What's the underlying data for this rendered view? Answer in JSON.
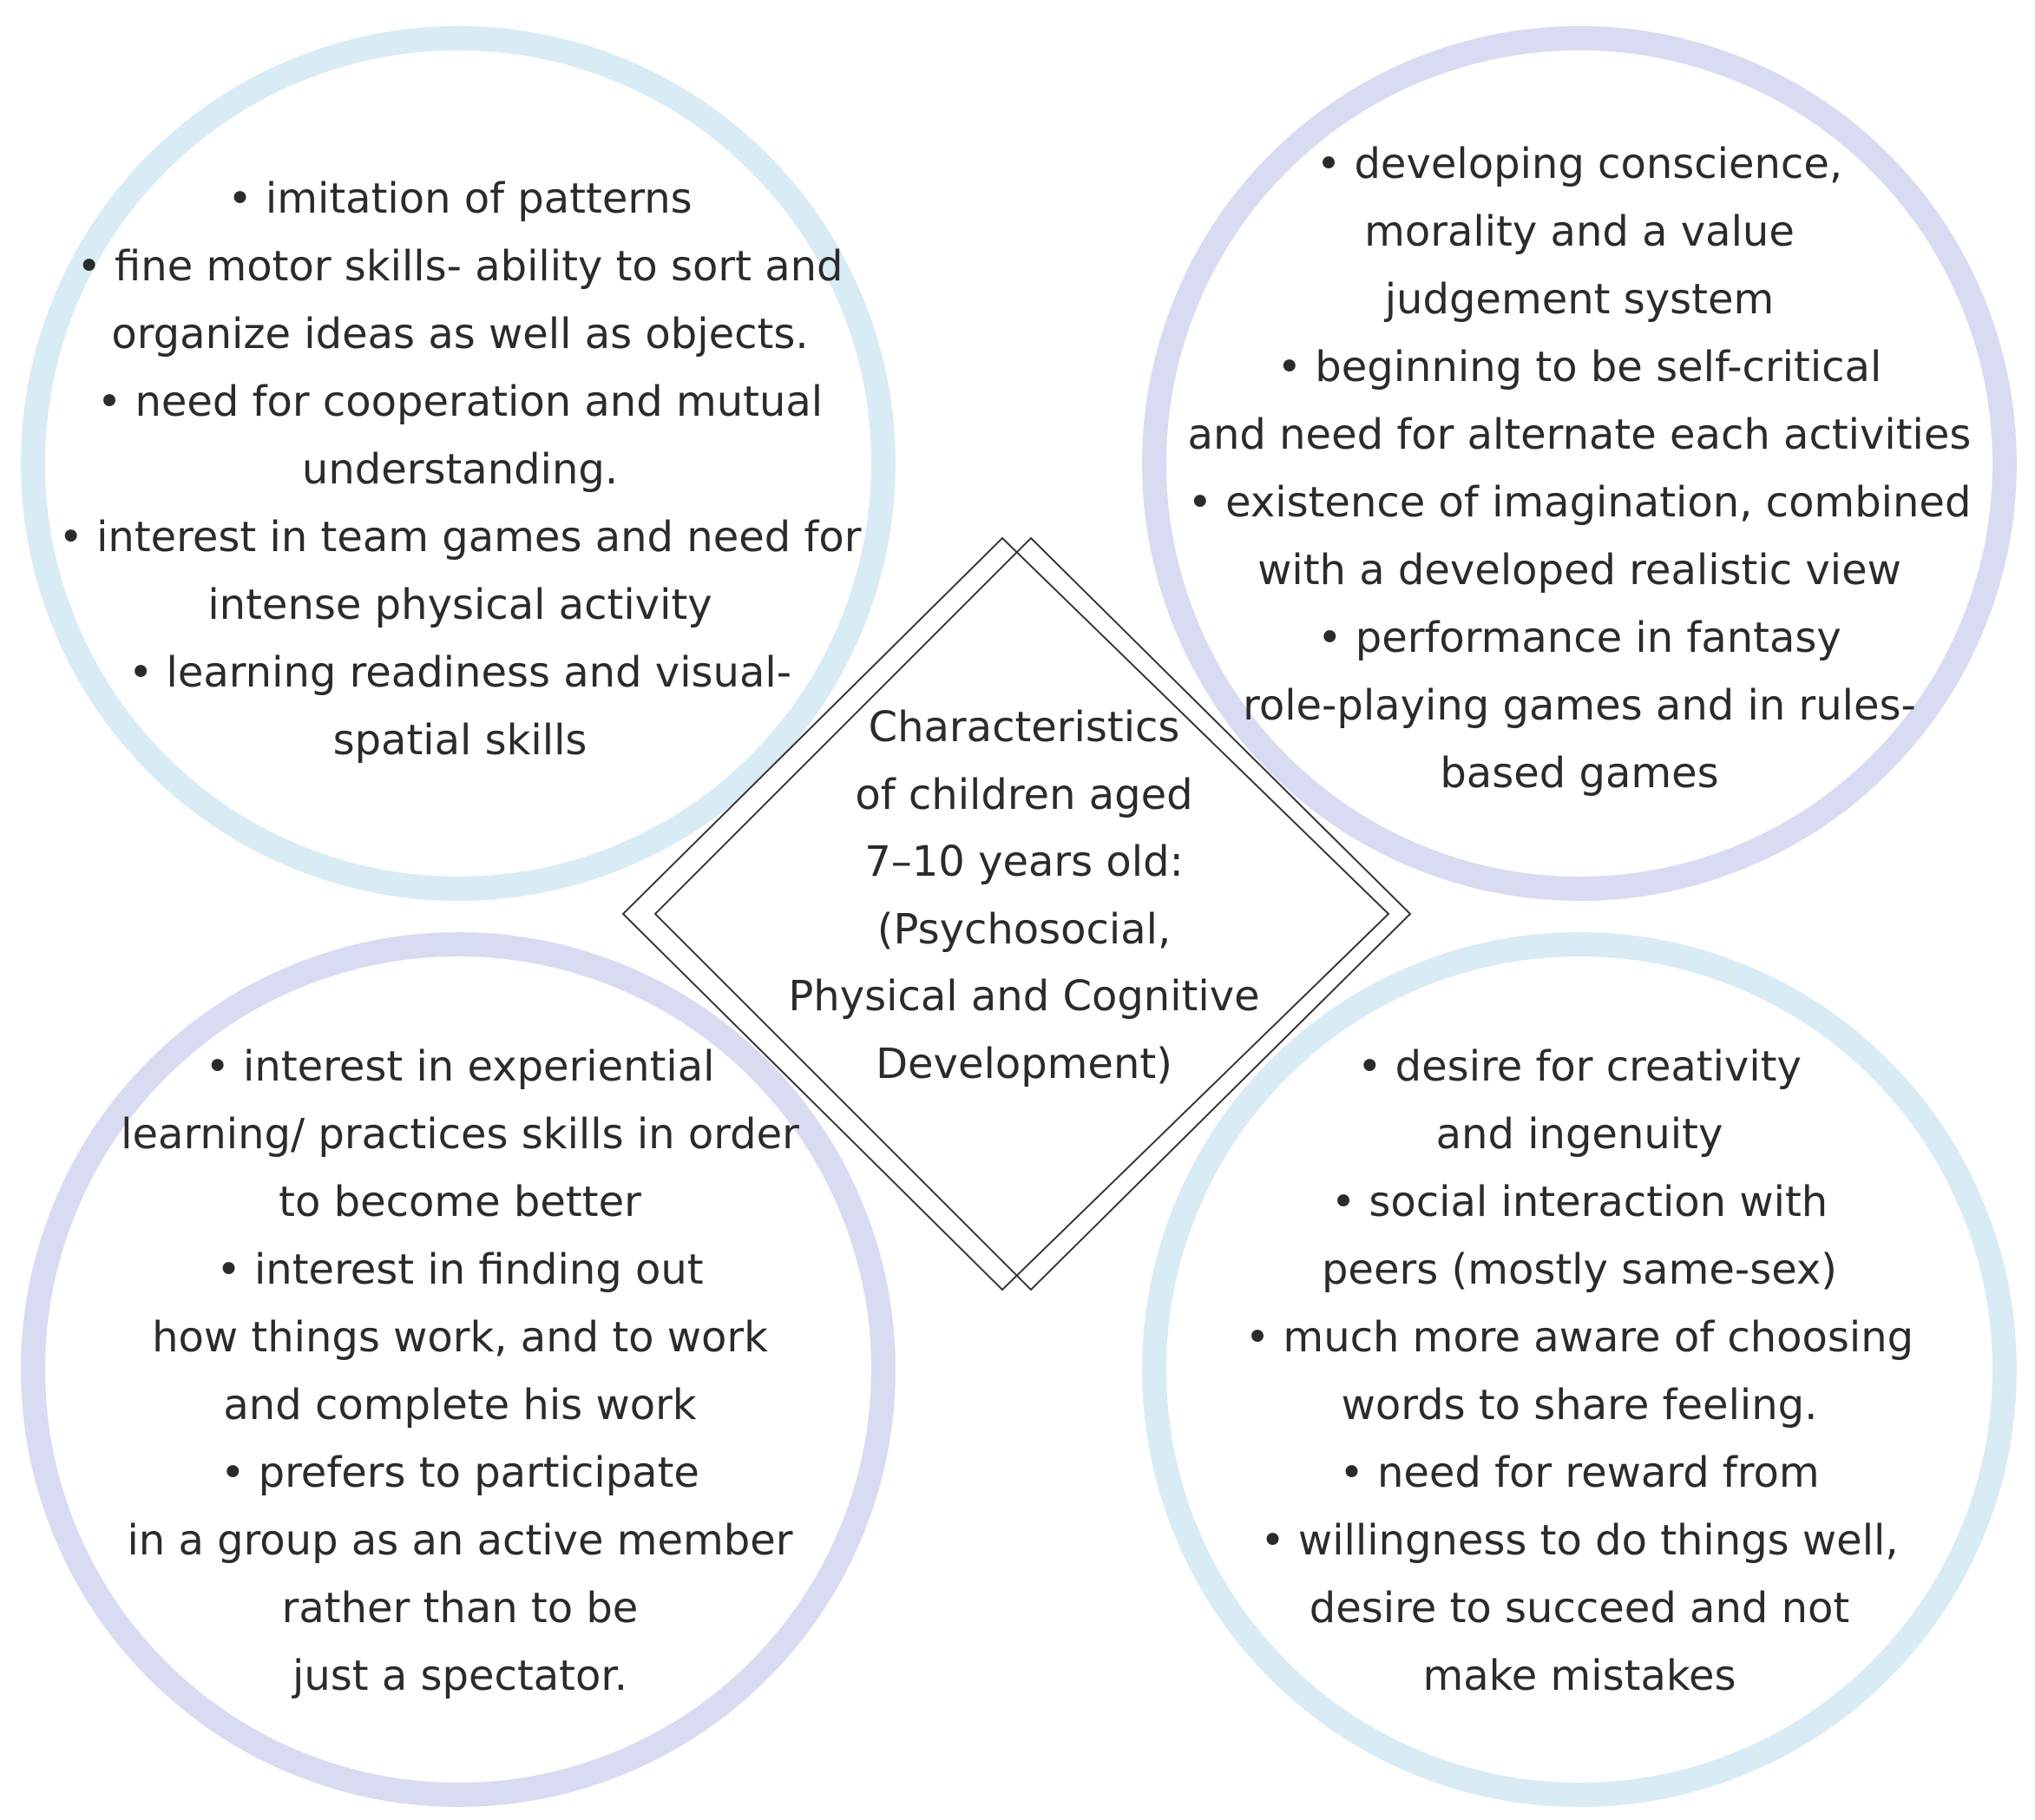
{
  "colors": {
    "circle_light_blue": "#d9ebf4",
    "circle_lavender": "#d9dbf2",
    "diamond_stroke": "#333333",
    "text": "#2b2b2b"
  },
  "center": {
    "lines": [
      "Characteristics",
      "of children aged",
      "7–10 years old:",
      "(Psychosocial,",
      "Physical and Cognitive",
      "Development)"
    ]
  },
  "circles": {
    "top_left": {
      "lines": [
        "• imitation of patterns",
        "• fine motor skills- ability to sort and",
        "organize ideas as well as objects.",
        "• need for cooperation and mutual",
        "understanding.",
        "• interest in team games and need for",
        "intense physical activity",
        "• learning readiness and visual-",
        "spatial skills"
      ]
    },
    "top_right": {
      "lines": [
        "• developing conscience,",
        "morality and a value",
        "judgement system",
        "• beginning to be self-critical",
        "and need for alternate each activities",
        "• existence of imagination, combined",
        "with a developed realistic view",
        "• performance in fantasy",
        "role-playing games and in rules-",
        "based games"
      ]
    },
    "bottom_left": {
      "lines": [
        "• interest in experiential",
        "learning/ practices skills in order",
        "to become better",
        "• interest in finding out",
        "how things work, and to work",
        "and complete his work",
        "• prefers to participate",
        "in a group as an active member",
        "rather than to be",
        "just a spectator."
      ]
    },
    "bottom_right": {
      "lines": [
        "• desire for creativity",
        "and ingenuity",
        "• social interaction with",
        "peers (mostly same-sex)",
        "• much more aware of choosing",
        "words to share feeling.",
        "• need for reward from",
        "• willingness to do things well,",
        "desire to succeed and not",
        "make mistakes"
      ]
    }
  }
}
